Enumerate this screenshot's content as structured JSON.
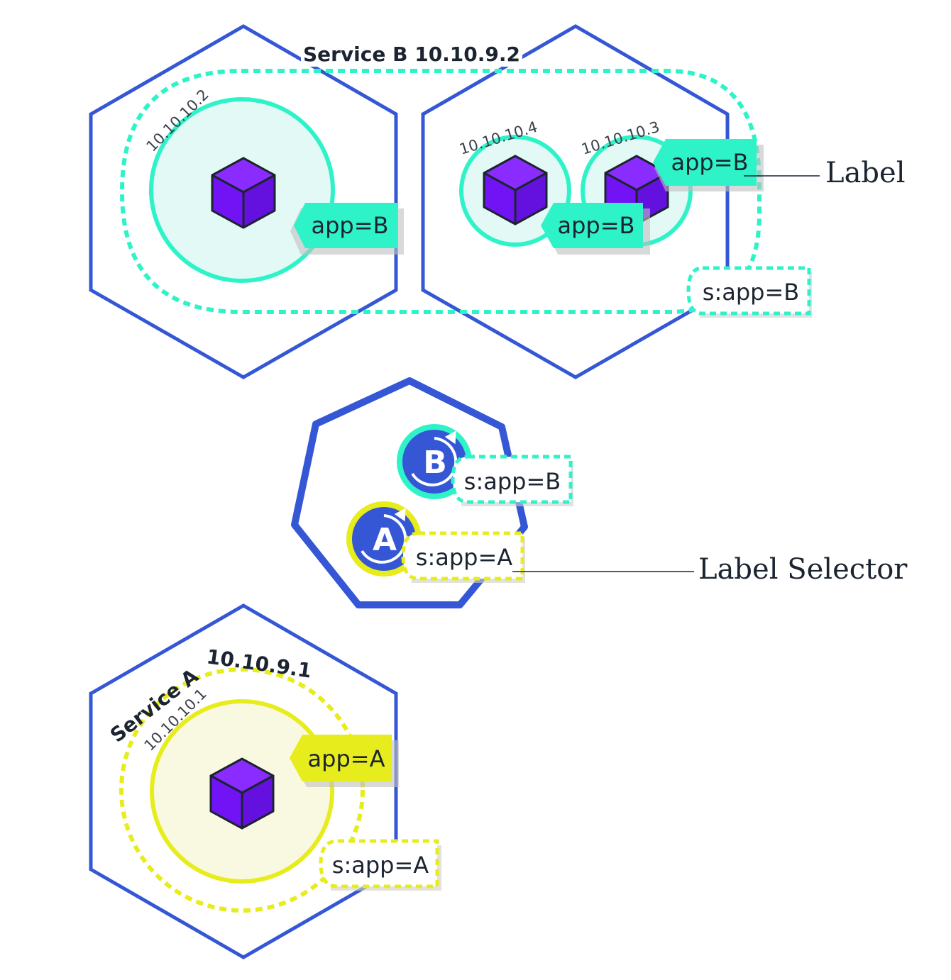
{
  "service_b": {
    "title": "Service B 10.10.9.2",
    "selector": "s:app=B",
    "pods": [
      {
        "ip": "10.10.10.2",
        "label": "app=B"
      },
      {
        "ip": "10.10.10.4",
        "label": "app=B"
      },
      {
        "ip": "10.10.10.3",
        "label": "app=B"
      }
    ]
  },
  "service_a": {
    "title": "Service A",
    "ip": "10.10.9.1",
    "selector": "s:app=A",
    "pods": [
      {
        "ip": "10.10.10.1",
        "label": "app=A"
      }
    ]
  },
  "master": {
    "services": [
      {
        "badge": "B",
        "selector": "s:app=B"
      },
      {
        "badge": "A",
        "selector": "s:app=A"
      }
    ]
  },
  "callouts": {
    "label": "Label",
    "label_selector": "Label Selector"
  },
  "colors": {
    "node_border": "#3557d5",
    "teal": "#2ff3c8",
    "teal_fill": "#e3f9f6",
    "yellow": "#e7ec1c",
    "yellow_fill": "#f9f9e1",
    "pod_cube": "#7113f5",
    "text": "#1b2430"
  },
  "icons": [
    "pod-cube-icon",
    "service-badge-icon",
    "refresh-arrow-icon"
  ]
}
